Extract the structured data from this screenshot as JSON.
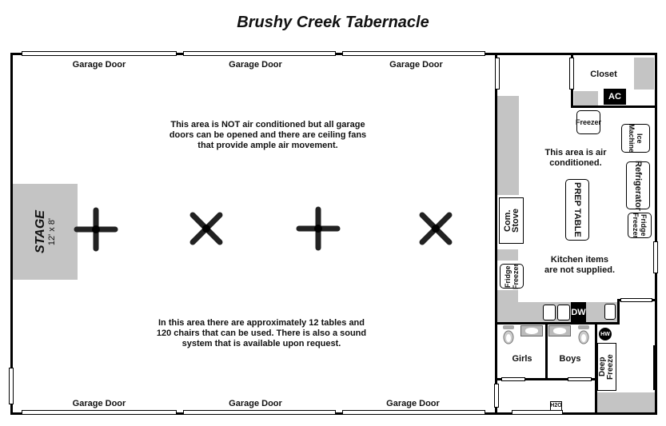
{
  "title": "Brushy Creek Tabernacle",
  "main_hall": {
    "garage_doors_top": [
      "Garage Door",
      "Garage Door",
      "Garage Door"
    ],
    "garage_doors_bottom": [
      "Garage Door",
      "Garage Door",
      "Garage Door"
    ],
    "note_top": "This area is NOT air conditioned but all garage doors can be opened and there are ceiling fans that provide ample air movement.",
    "note_bottom": "In this area there are approximately 12 tables and 120 chairs that can be used.  There is also a sound system that is available upon request.",
    "stage": {
      "label": "STAGE",
      "size": "12' x 8'"
    },
    "fans": [
      "ceiling-fan-icon",
      "ceiling-fan-icon",
      "ceiling-fan-icon",
      "ceiling-fan-icon"
    ]
  },
  "kitchen": {
    "closet": "Closet",
    "ac": "AC",
    "freezer": "Freezer",
    "ice_machine": "Ice Machine",
    "refrigerator": "Refrigerator",
    "fridge_freezer_right": "Fridge Freezer",
    "fridge_freezer_left": "Fridge Freezer",
    "stove": "Com. Stove",
    "prep_table": "PREP TABLE",
    "note_ac": "This area is air conditioned.",
    "note_items": "Kitchen items are not supplied.",
    "dw": "DW"
  },
  "restrooms": {
    "girls": "Girls",
    "boys": "Boys"
  },
  "utility": {
    "hw": "HW",
    "deep_freeze": "Deep Freeze",
    "h2o": "H2O"
  }
}
